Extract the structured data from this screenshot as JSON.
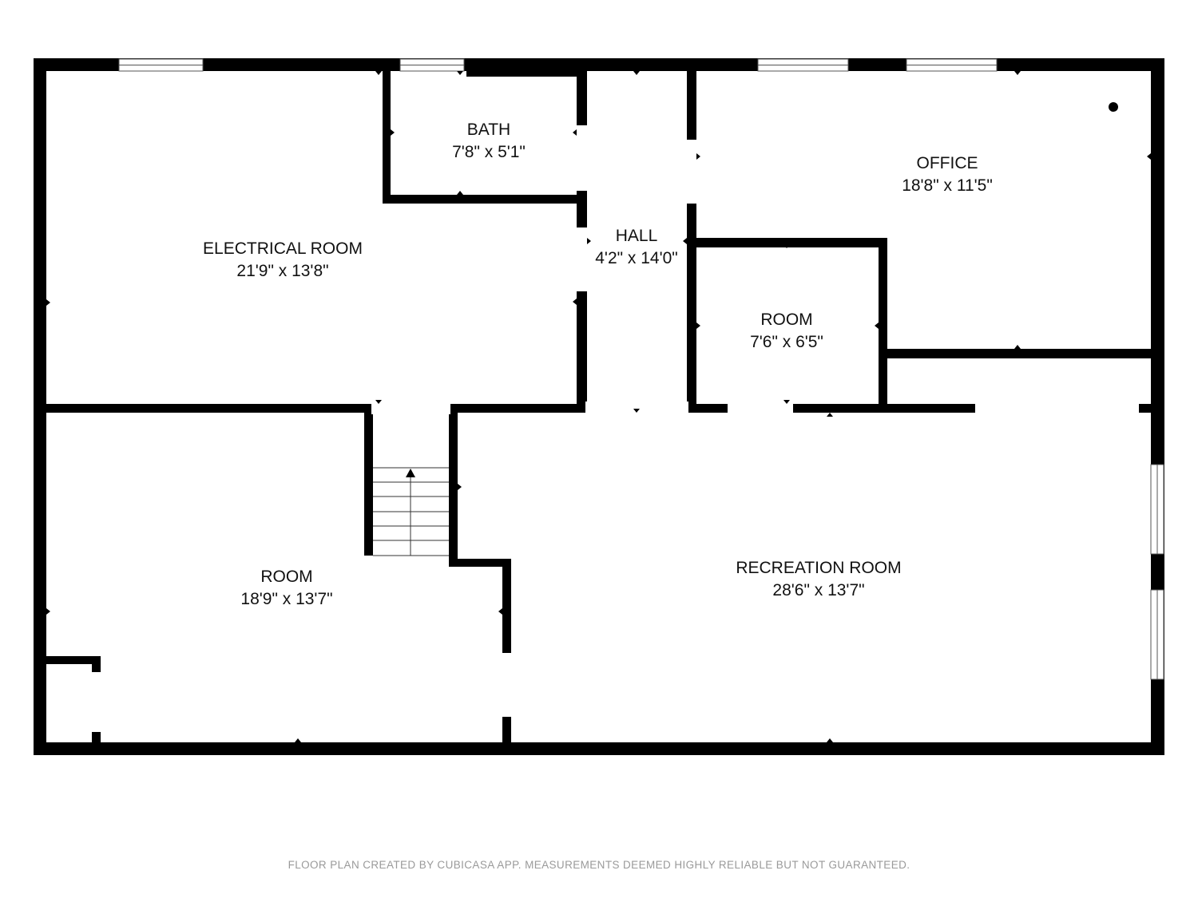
{
  "colors": {
    "wall": "#000000",
    "background": "#ffffff",
    "opening": "#ffffff",
    "footer_text": "#9a9a9a"
  },
  "rooms": {
    "electrical": {
      "name": "ELECTRICAL ROOM",
      "size": "21'9\" x 13'8\""
    },
    "bath": {
      "name": "BATH",
      "size": "7'8\" x 5'1\""
    },
    "hall": {
      "name": "HALL",
      "size": "4'2\" x 14'0\""
    },
    "office": {
      "name": "OFFICE",
      "size": "18'8\" x 11'5\""
    },
    "small_room": {
      "name": "ROOM",
      "size": "7'6\" x 6'5\""
    },
    "room": {
      "name": "ROOM",
      "size": "18'9\" x 13'7\""
    },
    "recreation": {
      "name": "RECREATION ROOM",
      "size": "28'6\" x 13'7\""
    }
  },
  "footer": {
    "note": "FLOOR PLAN CREATED BY CUBICASA APP. MEASUREMENTS DEEMED HIGHLY RELIABLE BUT NOT GUARANTEED."
  }
}
